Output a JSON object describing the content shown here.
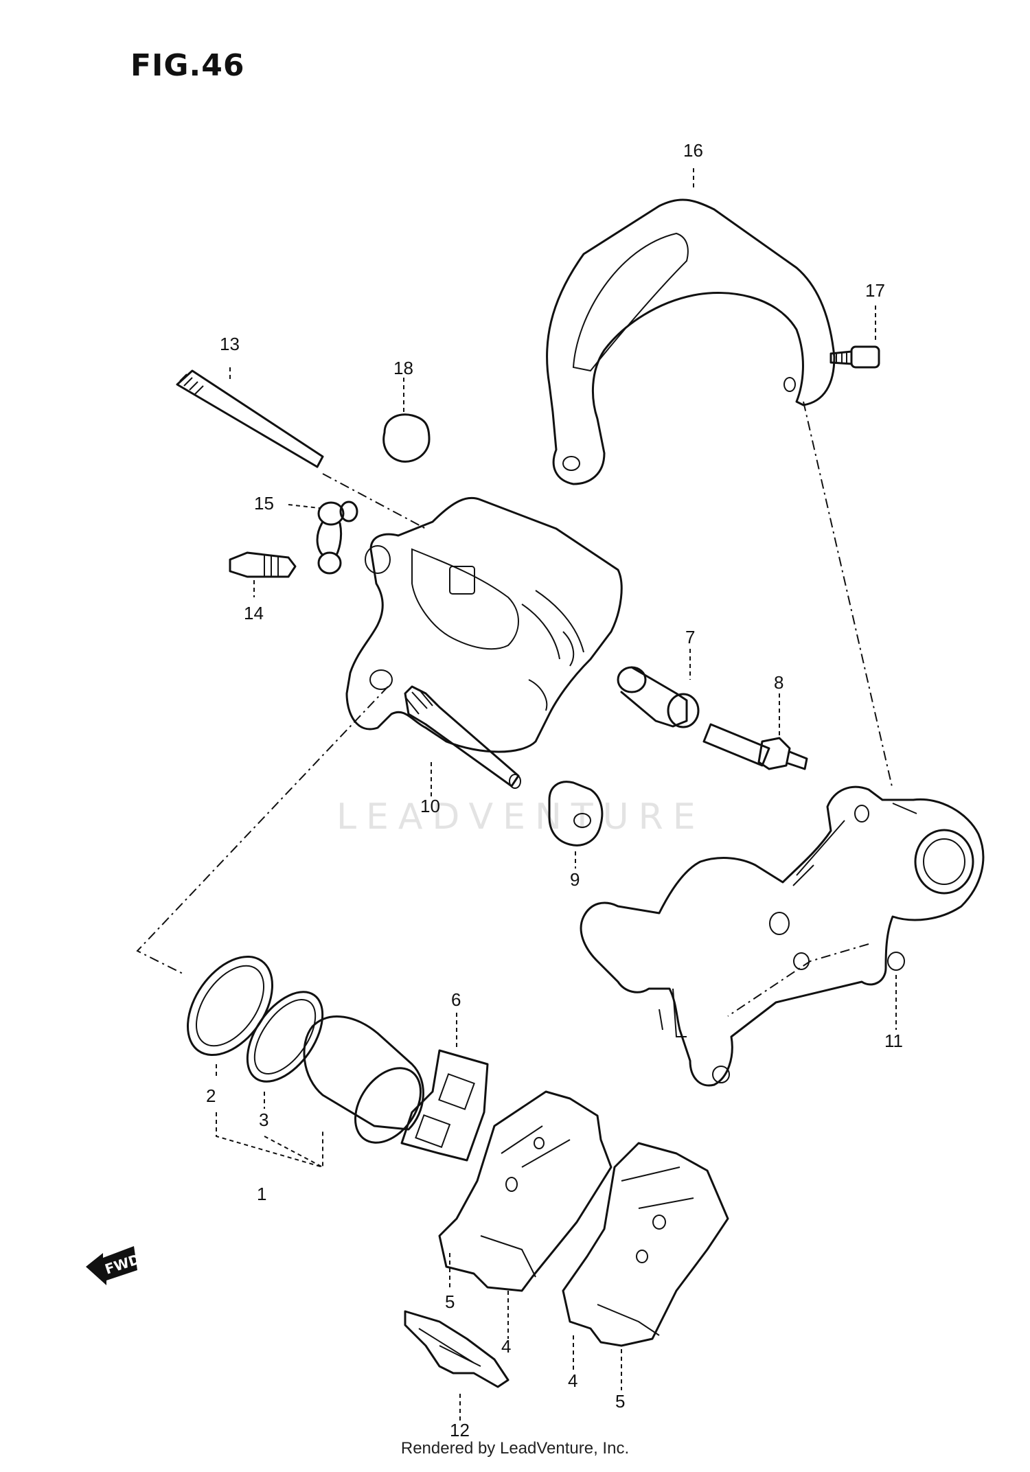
{
  "title": "FIG.46",
  "footer": "Rendered by LeadVenture, Inc.",
  "watermark": "LEADVENTURE",
  "fwd_label": "FWD",
  "callouts": [
    "1",
    "2",
    "3",
    "4",
    "4",
    "5",
    "5",
    "6",
    "7",
    "8",
    "9",
    "10",
    "11",
    "12",
    "13",
    "14",
    "15",
    "16",
    "17",
    "18"
  ]
}
